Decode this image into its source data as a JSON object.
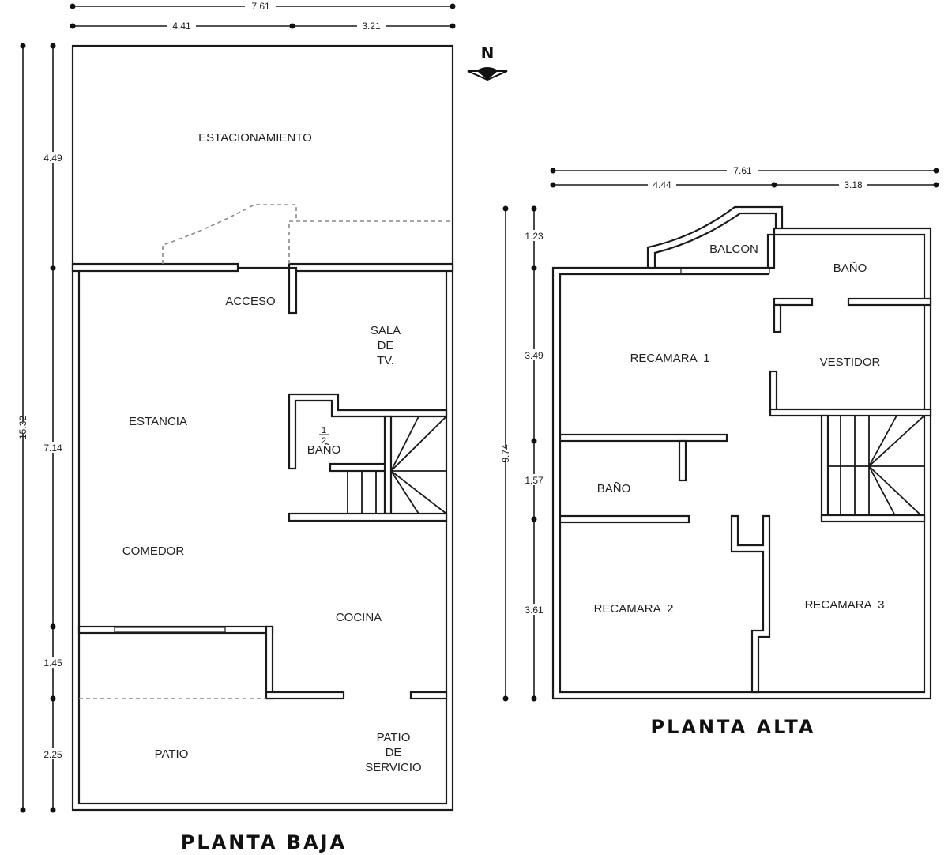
{
  "north_label": "N",
  "planta_baja": {
    "title": "PLANTA BAJA",
    "rooms": {
      "estacionamiento": "ESTACIONAMIENTO",
      "acceso": "ACCESO",
      "sala_tv": [
        "SALA",
        "DE",
        "TV."
      ],
      "estancia": "ESTANCIA",
      "medio_bano_frac_num": "1",
      "medio_bano_frac_den": "2",
      "medio_bano": "BAÑO",
      "comedor": "COMEDOR",
      "cocina": "COCINA",
      "patio": "PATIO",
      "patio_servicio": [
        "PATIO",
        "DE",
        "SERVICIO"
      ]
    },
    "dimensions": {
      "top_total": "7.61",
      "top_left": "4.41",
      "top_right": "3.21",
      "total_height": "15.32",
      "segments": [
        "4.49",
        "7.14",
        "1.45",
        "2.25"
      ]
    }
  },
  "planta_alta": {
    "title": "PLANTA ALTA",
    "rooms": {
      "balcon": "BALCON",
      "bano_top": "BAÑO",
      "recamara_1": "RECAMARA  1",
      "vestidor": "VESTIDOR",
      "bano_mid": "BAÑO",
      "recamara_2": "RECAMARA  2",
      "recamara_3": "RECAMARA  3"
    },
    "dimensions": {
      "top_total": "7.61",
      "top_left": "4.44",
      "top_right": "3.18",
      "total_height": "9.74",
      "segments": [
        "1.23",
        "3.49",
        "1.57",
        "3.61"
      ]
    }
  }
}
